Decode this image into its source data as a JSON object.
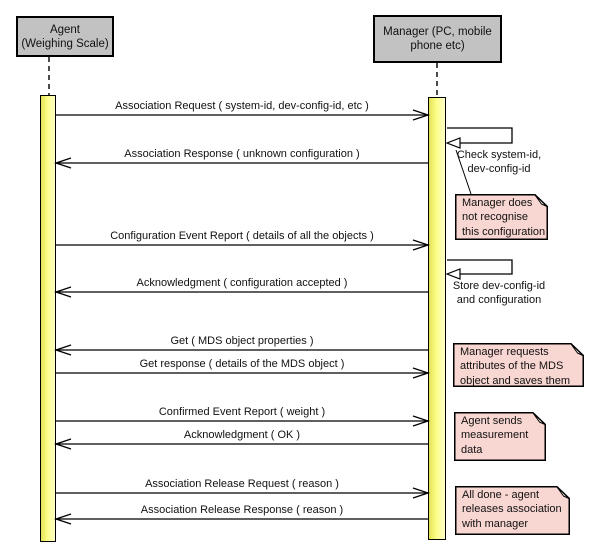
{
  "diagram_type": "uml-sequence-diagram",
  "actors": [
    {
      "id": "agent",
      "label": "Agent\n(Weighing Scale)"
    },
    {
      "id": "manager",
      "label": "Manager (PC, mobile\nphone etc)"
    }
  ],
  "messages": [
    {
      "from": "agent",
      "to": "manager",
      "direction": "right",
      "label": "Association Request ( system-id, dev-config-id, etc )"
    },
    {
      "from": "manager",
      "to": "agent",
      "direction": "left",
      "label": "Association Response ( unknown configuration )"
    },
    {
      "from": "agent",
      "to": "manager",
      "direction": "right",
      "label": "Configuration Event Report ( details of all the objects )"
    },
    {
      "from": "manager",
      "to": "agent",
      "direction": "left",
      "label": "Acknowledgment ( configuration accepted )"
    },
    {
      "from": "manager",
      "to": "agent",
      "direction": "left",
      "label": "Get ( MDS object properties )"
    },
    {
      "from": "agent",
      "to": "manager",
      "direction": "right",
      "label": "Get response ( details of the MDS object )"
    },
    {
      "from": "agent",
      "to": "manager",
      "direction": "right",
      "label": "Confirmed Event Report ( weight )"
    },
    {
      "from": "manager",
      "to": "agent",
      "direction": "left",
      "label": "Acknowledgment ( OK )"
    },
    {
      "from": "agent",
      "to": "manager",
      "direction": "right",
      "label": "Association Release Request ( reason )"
    },
    {
      "from": "manager",
      "to": "agent",
      "direction": "left",
      "label": "Association Release Response ( reason )"
    }
  ],
  "self_messages": [
    {
      "actor": "manager",
      "label": "Check system-id,\ndev-config-id"
    },
    {
      "actor": "manager",
      "label": "Store dev-config-id\nand configuration"
    }
  ],
  "notes": [
    {
      "text": "Manager does\nnot recognise\nthis configuration"
    },
    {
      "text": "Manager requests\nattributes of the MDS\nobject and saves them"
    },
    {
      "text": "Agent sends\nmeasurement\ndata"
    },
    {
      "text": "All done - agent\nreleases association\nwith manager"
    }
  ],
  "colors": {
    "actor_fill": "#c2c2c2",
    "activation_fill": "#ffff99",
    "note_fill": "#f8d6d2",
    "line": "#000000",
    "background": "#ffffff"
  }
}
